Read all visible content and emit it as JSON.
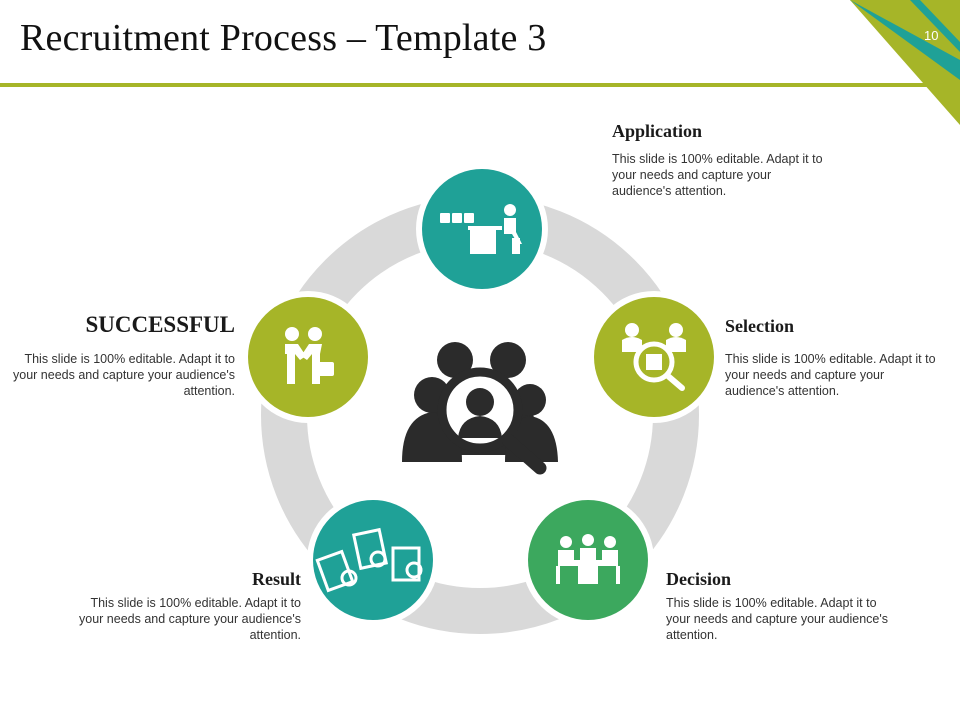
{
  "slide": {
    "title": "Recruitment Process – Template 3",
    "page_number": "10"
  },
  "colors": {
    "accent_olive": "#a6b528",
    "accent_teal": "#1fa197",
    "accent_green": "#3ca85e",
    "ring_gray": "#d9d9d9",
    "center_icon": "#2b2b2b"
  },
  "center": {
    "icon": "people-magnifier-icon"
  },
  "steps": [
    {
      "heading": "Application",
      "text": "This slide is 100% editable. Adapt it to your needs and capture your audience's attention.",
      "icon": "desk-worker-icon"
    },
    {
      "heading": "Selection",
      "text": "This slide is 100% editable. Adapt it to your needs and capture your audience's attention.",
      "icon": "candidate-search-icon"
    },
    {
      "heading": "Decision",
      "text": "This slide is 100% editable. Adapt it to your needs and capture your audience's attention.",
      "icon": "meeting-table-icon"
    },
    {
      "heading": "Result",
      "text": "This slide is 100% editable. Adapt it to your needs and capture your audience's attention.",
      "icon": "resume-review-icon"
    },
    {
      "heading": "SUCCESSFUL",
      "text": "This slide is 100% editable. Adapt it to your needs and capture your audience's attention.",
      "icon": "handshake-icon"
    }
  ]
}
